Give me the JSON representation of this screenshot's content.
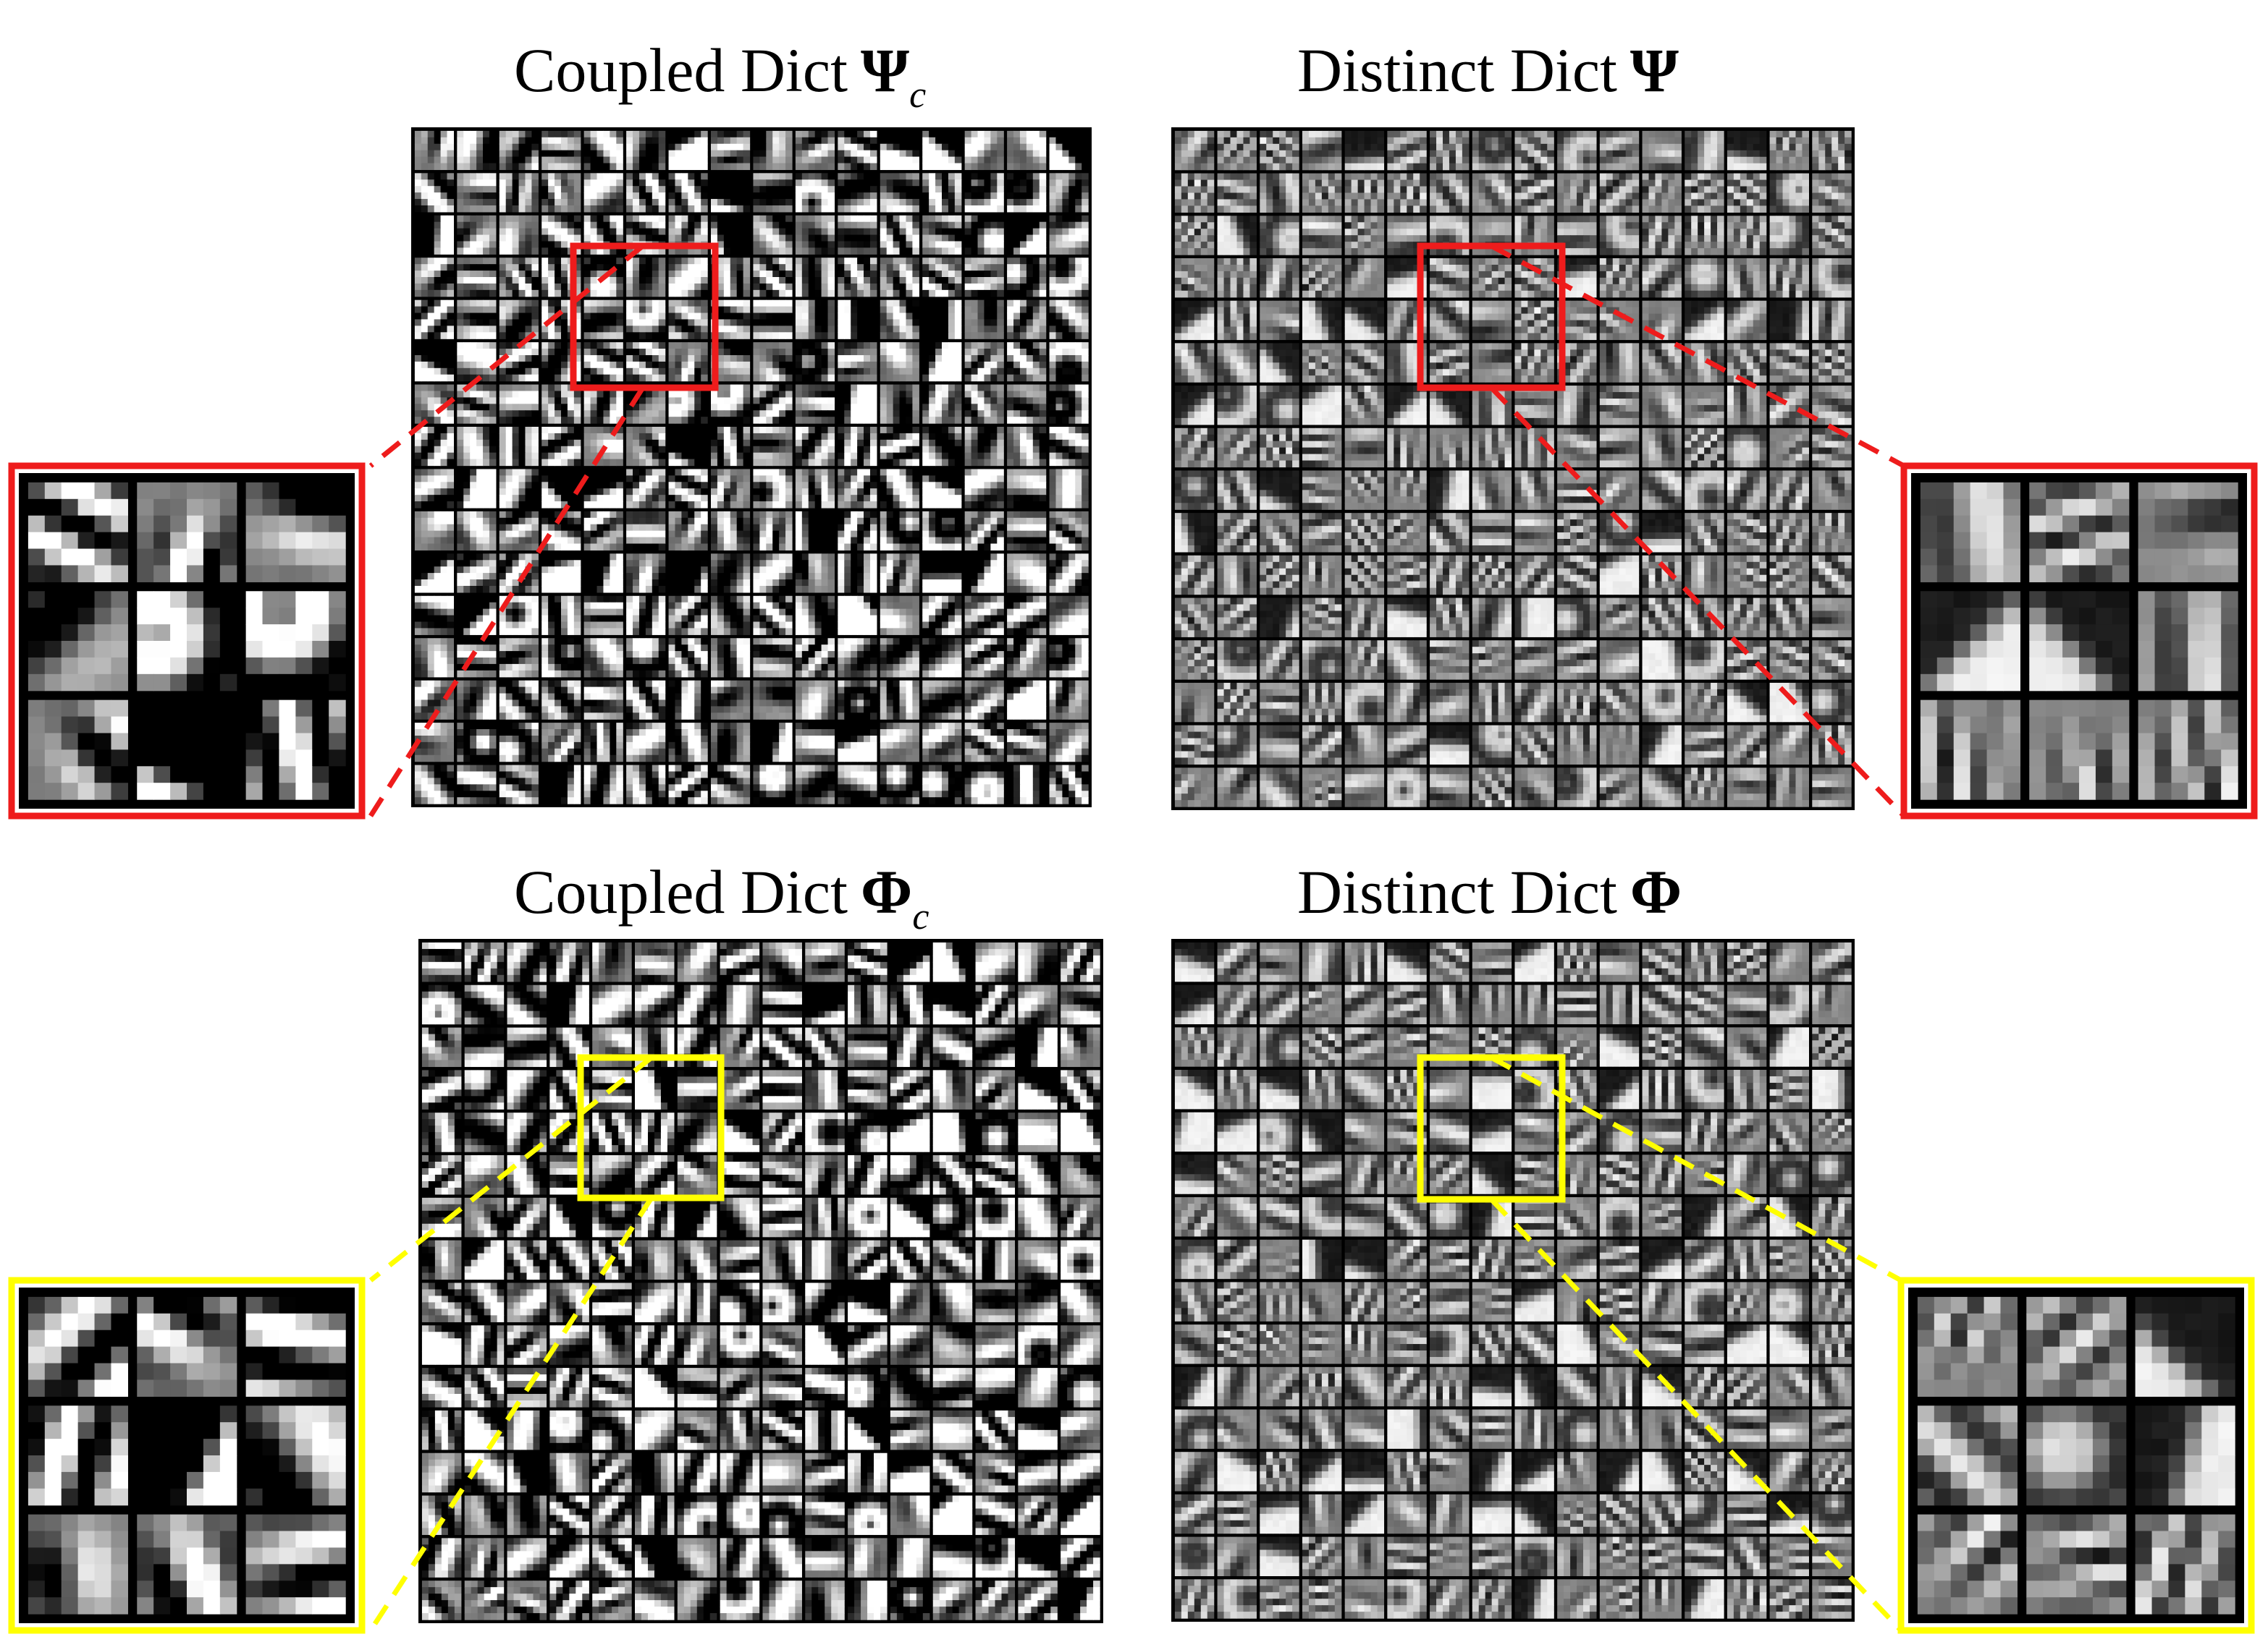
{
  "panels": [
    {
      "id": "psi_c",
      "title": "Coupled Dict",
      "symbol": "Ψ",
      "subscript": "c",
      "style": "coupled",
      "zoom_color": "red"
    },
    {
      "id": "psi",
      "title": "Distinct Dict",
      "symbol": "Ψ",
      "subscript": "",
      "style": "distinct",
      "zoom_color": "red"
    },
    {
      "id": "phi_c",
      "title": "Coupled Dict",
      "symbol": "Φ",
      "subscript": "c",
      "style": "coupled",
      "zoom_color": "yellow"
    },
    {
      "id": "phi",
      "title": "Distinct Dict",
      "symbol": "Φ",
      "subscript": "",
      "style": "distinct",
      "zoom_color": "yellow"
    }
  ],
  "grid": {
    "rows": 16,
    "cols": 16,
    "patch_pixels": 6
  },
  "zoom": {
    "rows": 3,
    "cols": 3
  },
  "colors": {
    "red": "#ee1c1c",
    "yellow": "#ffff00",
    "background": "#ffffff",
    "grid_line": "#000000"
  }
}
